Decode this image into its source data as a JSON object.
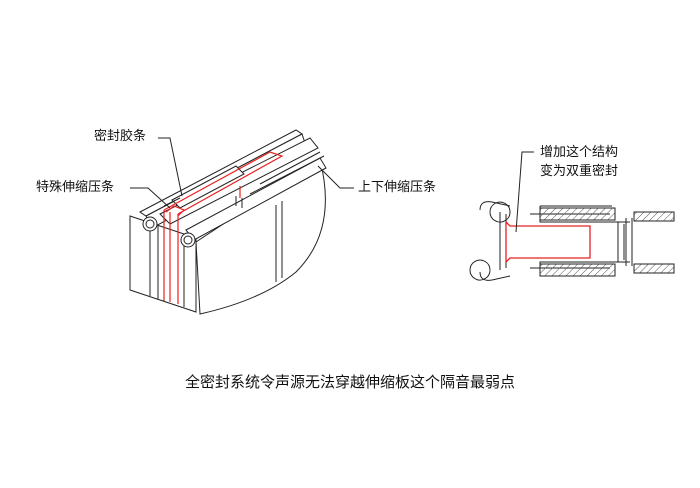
{
  "labels": {
    "seal_strip": "密封胶条",
    "special_strip": "特殊伸缩压条",
    "updown_strip": "上下伸缩压条",
    "note_line1": "增加这个结构",
    "note_line2": "变为双重密封"
  },
  "caption": "全密封系统令声源无法穿越伸缩板这个隔音最弱点",
  "colors": {
    "line": "#222222",
    "highlight": "#e8201f",
    "hatch": "#555555"
  }
}
